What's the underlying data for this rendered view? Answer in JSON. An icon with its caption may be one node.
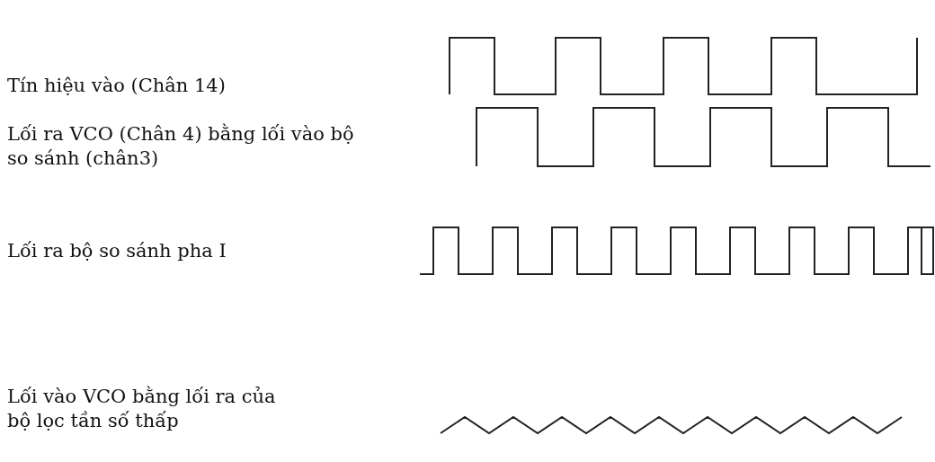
{
  "diagram": {
    "labels": [
      "Tín hiệu vào (Chân 14)",
      "Lối ra VCO (Chân 4) bằng lối vào bộ so sánh (chân3)",
      "Lối ra bộ so sánh pha I",
      "Lối vào VCO bằng lối ra của bộ lọc tần số thấp"
    ]
  }
}
